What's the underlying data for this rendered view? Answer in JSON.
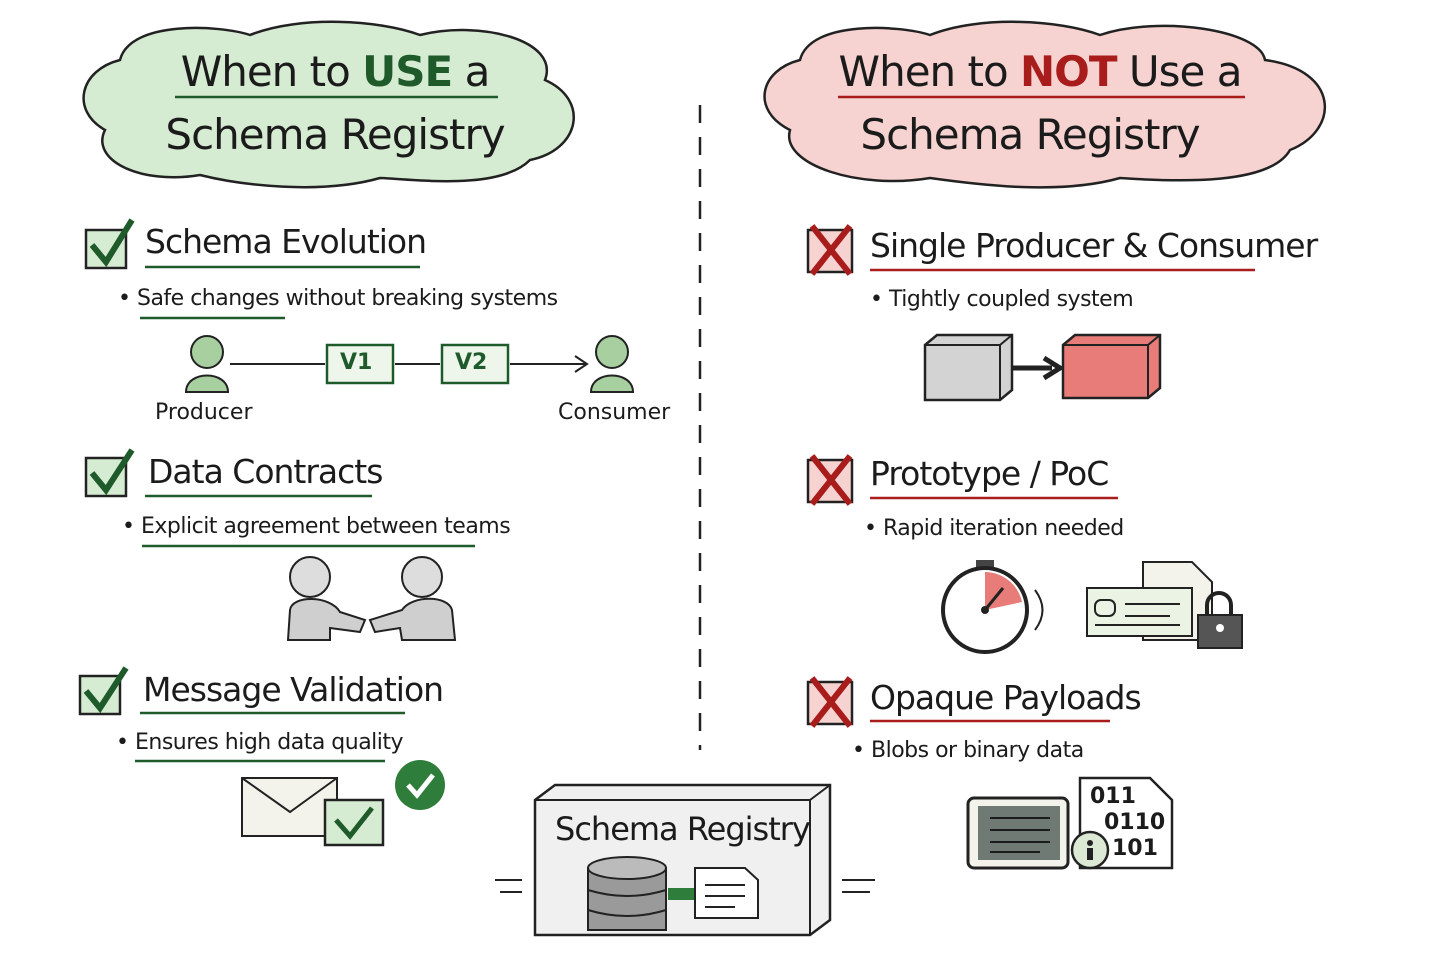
{
  "colors": {
    "use_accent": "#1e5a2a",
    "use_fill": "#cfe8c9",
    "not_accent": "#a81c1c",
    "not_fill": "#f4c6c4"
  },
  "left": {
    "title": {
      "pre": "When to ",
      "emph": "USE",
      "post": " a",
      "line2": "Schema Registry"
    },
    "items": [
      {
        "icon": "checkmark-icon",
        "heading": "Schema Evolution",
        "bullet": "Safe changes without breaking systems"
      },
      {
        "icon": "checkmark-icon",
        "heading": "Data Contracts",
        "bullet": "Explicit agreement between teams"
      },
      {
        "icon": "checkmark-icon",
        "heading": "Message Validation",
        "bullet": "Ensures high data quality"
      }
    ],
    "evolution_diagram": {
      "producer": "Producer",
      "consumer": "Consumer",
      "v1": "V1",
      "v2": "V2"
    }
  },
  "right": {
    "title": {
      "pre": "When to ",
      "emph": "NOT",
      "post": " Use a",
      "line2": "Schema Registry"
    },
    "items": [
      {
        "icon": "x-mark-icon",
        "heading": "Single Producer & Consumer",
        "bullet": "Tightly coupled system"
      },
      {
        "icon": "x-mark-icon",
        "heading": "Prototype / PoC",
        "bullet": "Rapid iteration needed"
      },
      {
        "icon": "x-mark-icon",
        "heading": "Opaque Payloads",
        "bullet": "Blobs or binary data"
      }
    ],
    "binary_lines": [
      "011",
      "0110",
      "101"
    ]
  },
  "center": {
    "registry_label": "Schema Registry"
  }
}
